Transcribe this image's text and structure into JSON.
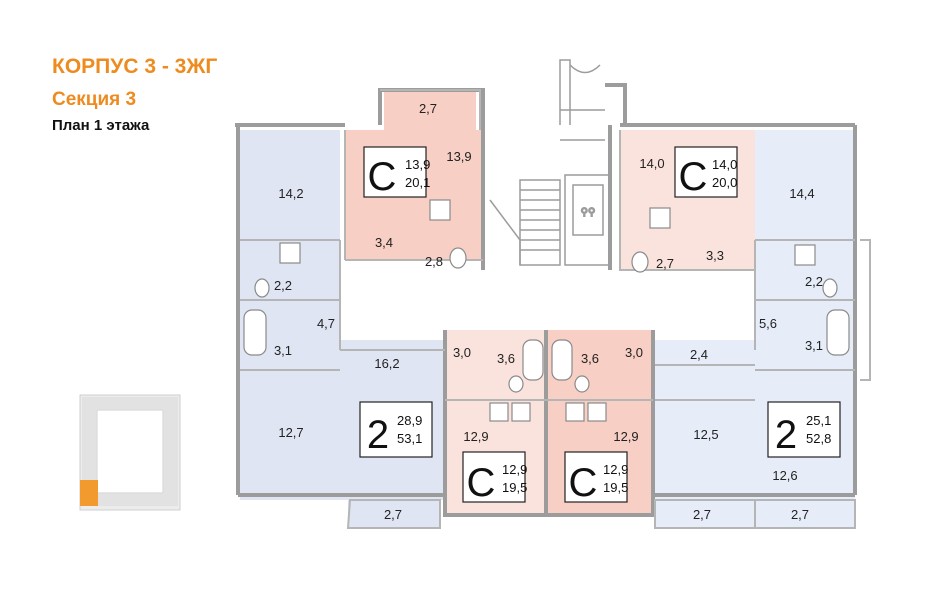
{
  "header": {
    "title": "КОРПУС 3 - 3ЖГ",
    "section": "Секция 3",
    "floor_plan": "План 1 этажа"
  },
  "colors": {
    "accent": "#ee8b1f",
    "blue_unit": "#dfe5f3",
    "salmon_unit": "#f7cfc4",
    "pink_unit": "#fbe3dd",
    "light_blue_unit": "#e7edf8",
    "wall": "#9c9c9c",
    "corridor": "#ffffff",
    "highlight_section": "#f29a2e"
  },
  "apartments": [
    {
      "type": "С",
      "area_living": "13,9",
      "area_total": "20,1"
    },
    {
      "type": "С",
      "area_living": "14,0",
      "area_total": "20,0"
    },
    {
      "type": "2",
      "area_living": "28,9",
      "area_total": "53,1"
    },
    {
      "type": "2",
      "area_living": "25,1",
      "area_total": "52,8"
    },
    {
      "type": "С",
      "area_living": "12,9",
      "area_total": "19,5"
    },
    {
      "type": "С",
      "area_living": "12,9",
      "area_total": "19,5"
    }
  ],
  "room_labels": {
    "r_balcony_top": "2,7",
    "r_s1_room": "13,9",
    "r_s1_bath": "3,4",
    "r_s1_hall": "2,8",
    "r_s2_room": "14,0",
    "r_s2_hall": "2,7",
    "r_s2_bath": "3,3",
    "r_left_top": "14,2",
    "r_left_wc": "2,2",
    "r_left_hall": "4,7",
    "r_left_bath": "3,1",
    "r_left_mid": "16,2",
    "r_left_bottom": "12,7",
    "r_left_balcony": "2,7",
    "r_mid_l_bath": "3,0",
    "r_mid_l_hall": "3,6",
    "r_mid_r_hall": "3,6",
    "r_mid_r_bath": "3,0",
    "r_mid_l_room": "12,9",
    "r_mid_r_room": "12,9",
    "r_right_top": "14,4",
    "r_right_wc": "2,2",
    "r_right_hall": "5,6",
    "r_right_bath": "3,1",
    "r_right_small": "2,4",
    "r_right_room1": "12,5",
    "r_right_room2": "12,6",
    "r_right_bal1": "2,7",
    "r_right_bal2": "2,7"
  }
}
